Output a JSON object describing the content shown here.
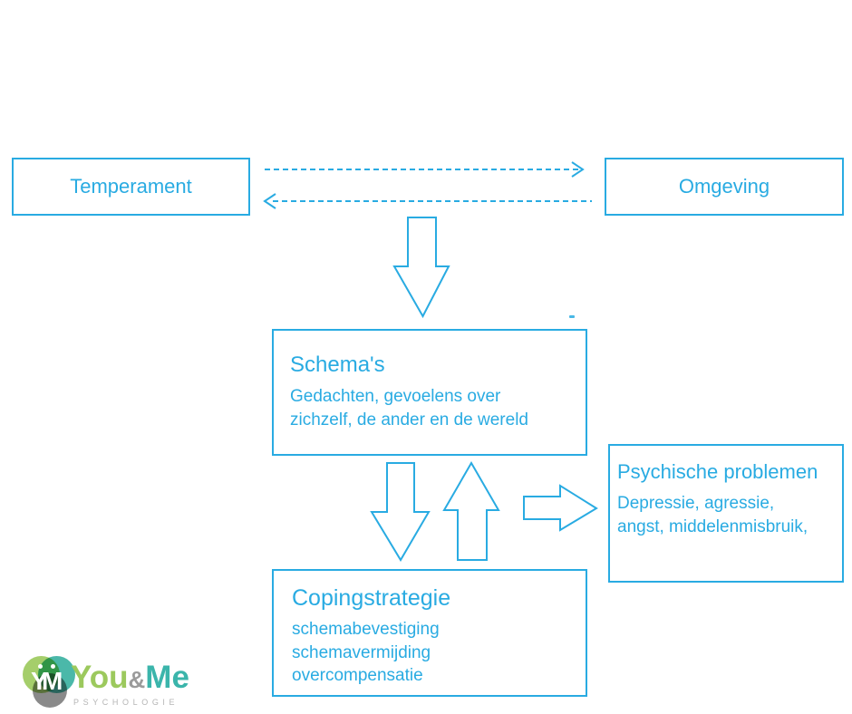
{
  "colors": {
    "accent": "#29ABE2",
    "logo_green": "#9CC95D",
    "logo_teal": "#3BB5AB",
    "logo_amp_gray": "#9B9B9B",
    "logo_sub_gray": "#B5B5B5",
    "circle_green": "#A5CE6B",
    "circle_teal": "#4BB8A9",
    "circle_gray": "#8A8A8A"
  },
  "boxes": {
    "temperament": {
      "title": "Temperament"
    },
    "omgeving": {
      "title": "Omgeving"
    },
    "schemas": {
      "title": "Schema's",
      "lines": [
        "Gedachten, gevoelens over",
        "zichzelf, de ander en de wereld"
      ]
    },
    "psychische": {
      "title": "Psychische problemen",
      "lines": [
        "Depressie, agressie,",
        "angst, middelenmisbruik,"
      ]
    },
    "coping": {
      "title": "Copingstrategie",
      "lines": [
        "schemabevestiging",
        "schemavermijding",
        "overcompensatie"
      ]
    }
  },
  "arrows": {
    "temperament_to_omgeving": "dashed-right",
    "omgeving_to_temperament": "dashed-left",
    "to_schemas": "block-down",
    "schemas_to_coping": "block-down",
    "coping_to_schemas": "block-up",
    "schemas_to_problems": "block-right"
  },
  "logo": {
    "monogram_y": "Y",
    "monogram_m": "M",
    "you": "You",
    "amp": "&",
    "me": "Me",
    "subtitle": "PSYCHOLOGIE"
  }
}
